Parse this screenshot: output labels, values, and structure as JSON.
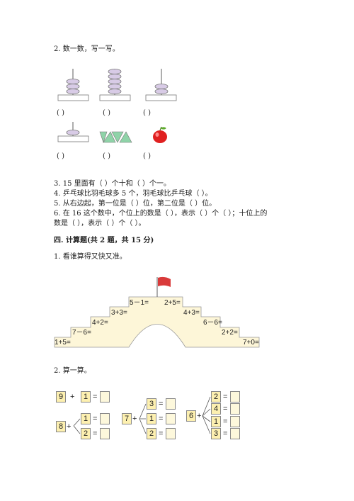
{
  "q2_title": "2. 数一数，写一写。",
  "paren": "(        )",
  "q3": "3. 15 里面有（        ）个十和（        ）个一。",
  "q4": "4. 乒乓球比羽毛球多 5 个，羽毛球比乒乓球（        ）。",
  "q5": "5. 从右边起，第一位是（          ）位，第二位是（        ）位。",
  "q6a": "6. 在 16 这个数中，个位上的数是（    ），表示（    ）个（    ）；十位上的",
  "q6b": "数是（    ），表示（    ）个（    ）。",
  "section4": "四. 计算题(共 2 题，共 15 分)",
  "q1_title": "1. 看谁算得又快又准。",
  "bridge": {
    "top_left": "5－1=",
    "top_right": "2+5=",
    "l2": "3+3=",
    "r2": "4+3=",
    "l3": "4+2=",
    "r3": "6－6=",
    "l4": "7－6=",
    "r4": "2+2=",
    "l5": "1+5=",
    "r5": "7+0="
  },
  "q2b_title": "2. 算一算。",
  "calc": {
    "a_num": "9",
    "a_op": "+",
    "a_add": "1",
    "eq": "=",
    "b_base": "8",
    "b_op": "+",
    "b_1": "1",
    "b_2": "2",
    "c_base": "7",
    "c_op": "+",
    "c_1": "3",
    "c_2": "1",
    "c_3": "2",
    "d_base": "6",
    "d_op": "+",
    "d_1": "2",
    "d_2": "4",
    "d_3": "1",
    "d_4": "3"
  },
  "colors": {
    "bridge_fill": "#fdf6d8",
    "flag": "#d93a3a",
    "triangle": "#8fd3a8",
    "apple": "#e02020",
    "bead": "#c8b8dc"
  }
}
